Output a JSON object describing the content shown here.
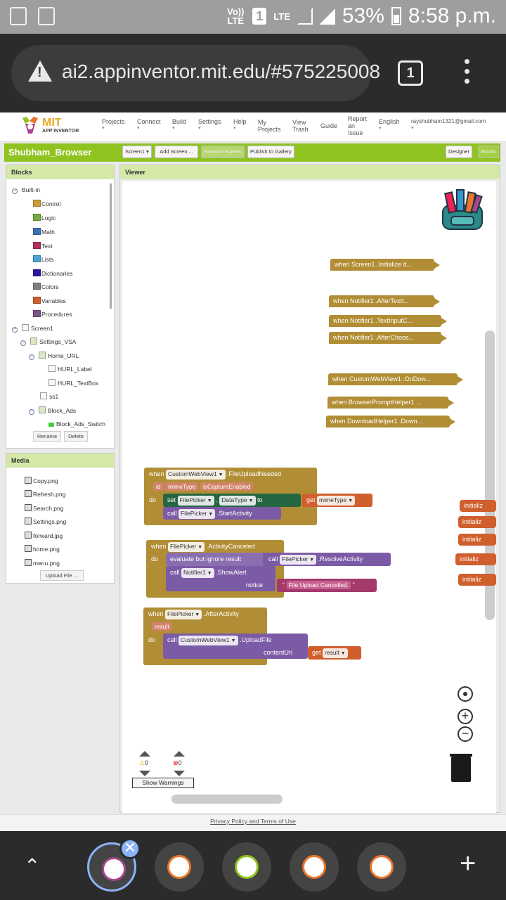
{
  "status": {
    "network": "Vo)) LTE",
    "sim": "1",
    "lte": "LTE",
    "battery": "53%",
    "time": "8:58 p.m."
  },
  "browser": {
    "url": "ai2.appinventor.mit.edu/#575225008",
    "tab_count": "1"
  },
  "nav": {
    "logo_mit": "MIT",
    "logo_sub": "APP INVENTOR",
    "items": [
      "Projects",
      "Connect",
      "Build",
      "Settings",
      "Help",
      "My Projects",
      "View Trash",
      "Guide",
      "Report an Issue",
      "English"
    ],
    "user": "rayshubham1321@gmail.com"
  },
  "toolbar": {
    "project": "Shubham_Browser",
    "screen": "Screen1 ▾",
    "add_screen": "Add Screen ...",
    "remove_screen": "Remove Screen",
    "publish": "Publish to Gallery",
    "designer": "Designer",
    "blocks": "Blocks"
  },
  "blocks_panel": {
    "title": "Blocks",
    "builtin": "Built-in",
    "items": [
      {
        "label": "Control",
        "color": "#c99e37"
      },
      {
        "label": "Logic",
        "color": "#77ab41"
      },
      {
        "label": "Math",
        "color": "#3f70b5"
      },
      {
        "label": "Text",
        "color": "#b32d5e"
      },
      {
        "label": "Lists",
        "color": "#49a6d4"
      },
      {
        "label": "Dictionaries",
        "color": "#2d1799"
      },
      {
        "label": "Colors",
        "color": "#7d7d7d"
      },
      {
        "label": "Variables",
        "color": "#d05f2d"
      },
      {
        "label": "Procedures",
        "color": "#7c5385"
      }
    ],
    "components": [
      "Screen1",
      "Settings_VSA",
      "Home_URL",
      "HURL_Label",
      "HURL_TextBox",
      "ss1",
      "Block_Ads",
      "Block_Ads_Switch"
    ],
    "rename": "Rename",
    "delete": "Delete"
  },
  "media_panel": {
    "title": "Media",
    "files": [
      "Copy.png",
      "Refresh.png",
      "Search.png",
      "Settings.png",
      "forward.jpg",
      "home.png",
      "menu.png"
    ],
    "upload": "Upload File ..."
  },
  "viewer": {
    "title": "Viewer",
    "collapsed_events": [
      "when  Screen1 .Initialize d...",
      "when  Notifier1 .AfterTextI...",
      "when  Notifier1 .TextInputC...",
      "when  Notifier1 .AfterChoos...",
      "when  CustomWebView1 .OnDow...",
      "when  BrowserPromptHelper1 ...",
      "when  DownloadHelper1 .Down..."
    ],
    "initialize_labels": [
      "initializ",
      "initializ",
      "initializ",
      "initializ",
      "initializ"
    ],
    "b1": {
      "when": "when",
      "comp": "CustomWebView1",
      "event": ".FileUploadNeeded",
      "p1": "id",
      "p2": "mimeType",
      "p3": "isCaptureEnabled",
      "do": "do",
      "set": "set",
      "set_comp": "FilePicker",
      "dot": ".",
      "set_prop": "DataType",
      "to": "to",
      "get": "get",
      "get_var": "mimeType",
      "call": "call",
      "call_comp": "FilePicker",
      "call_method": ".StartActivity"
    },
    "b2": {
      "when": "when",
      "comp": "FilePicker",
      "event": ".ActivityCanceled",
      "do": "do",
      "evaluate": "evaluate but ignore result",
      "call": "call",
      "call_comp": "FilePicker",
      "call_method": ".ResolveActivity",
      "call2": "call",
      "notifier": "Notifier1",
      "method2": ".ShowAlert",
      "notice": "notice",
      "text": "File Upload Cancelled."
    },
    "b3": {
      "when": "when",
      "comp": "FilePicker",
      "event": ".AfterActivity",
      "p1": "result",
      "do": "do",
      "call": "call",
      "call_comp": "CustomWebView1",
      "call_method": ".UploadFile",
      "arg": "contentUri",
      "get": "get",
      "get_var": "result"
    },
    "warnings_count": "0",
    "errors_count": "0",
    "show_warnings": "Show Warnings"
  },
  "footer": {
    "privacy": "Privacy Policy and Terms of Use"
  }
}
